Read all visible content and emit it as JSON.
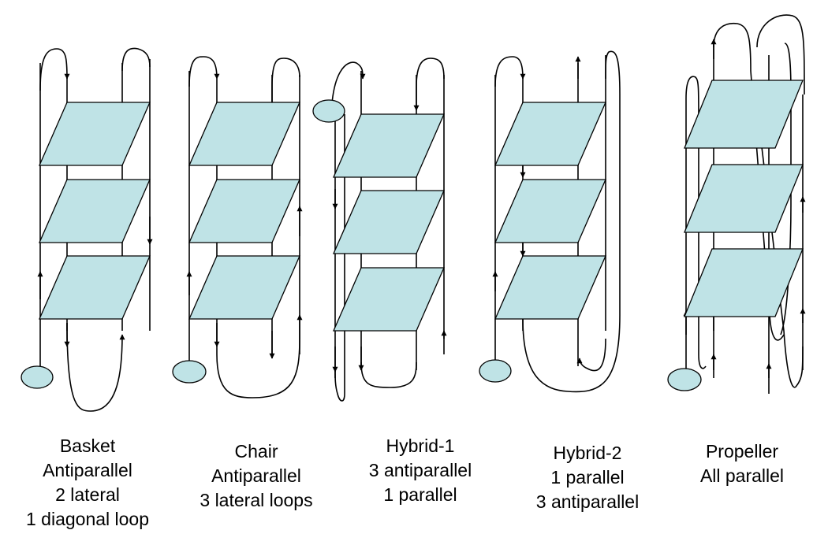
{
  "diagram": {
    "plate_fill": "#bfe3e6",
    "stroke_color": "#000000",
    "structures": [
      {
        "id": "basket",
        "caption": [
          "Basket",
          "Antiparallel",
          "2 lateral",
          "1 diagonal loop"
        ]
      },
      {
        "id": "chair",
        "caption": [
          "Chair",
          "Antiparallel",
          "3 lateral loops"
        ]
      },
      {
        "id": "hybrid-1",
        "caption": [
          "Hybrid-1",
          "3 antiparallel",
          "1 parallel"
        ]
      },
      {
        "id": "hybrid-2",
        "caption": [
          "Hybrid-2",
          "1 parallel",
          "3 antiparallel"
        ]
      },
      {
        "id": "propeller",
        "caption": [
          "Propeller",
          "All parallel"
        ]
      }
    ]
  }
}
